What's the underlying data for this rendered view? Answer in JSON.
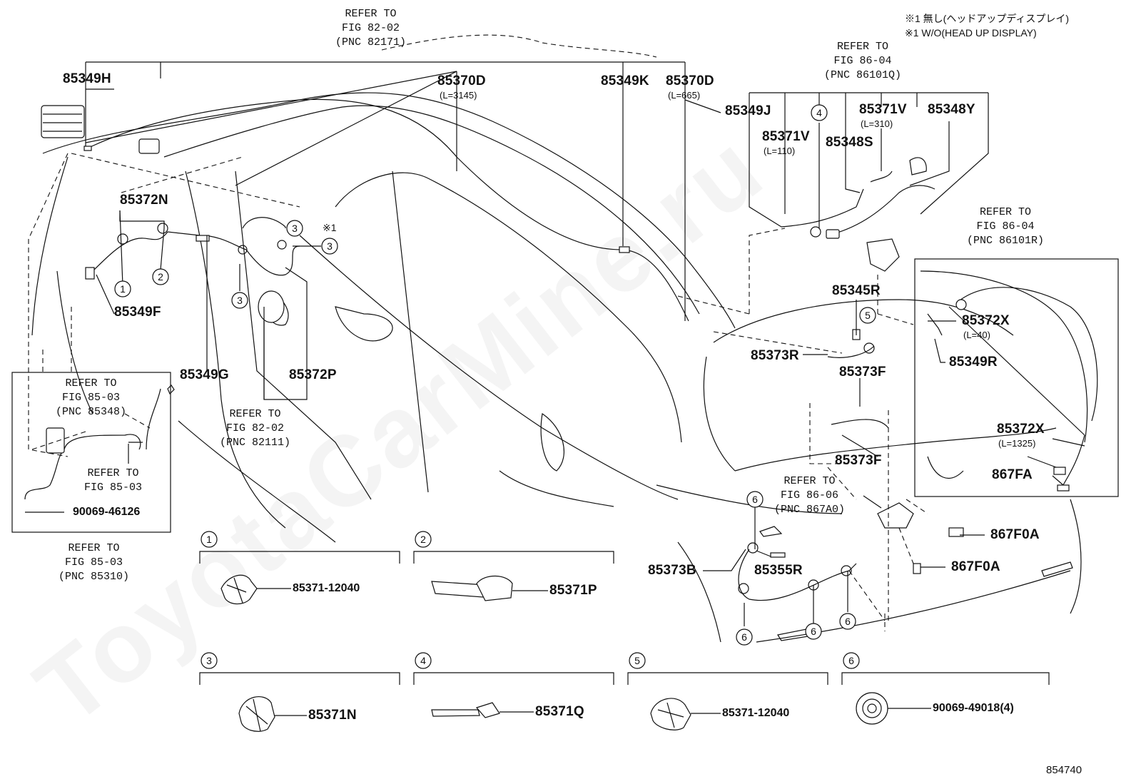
{
  "watermark": "ToyotaCarMine.ru",
  "diagram_id": "854740",
  "notes": {
    "jp": "※1 無し(ヘッドアップディスプレイ)",
    "en": "※1 W/O(HEAD UP DISPLAY)",
    "mark": "※1"
  },
  "refs": {
    "r1": "REFER TO\nFIG 82-02\n(PNC 82171)",
    "r2": "REFER TO\nFIG 86-04\n(PNC 86101Q)",
    "r3": "REFER TO\nFIG 86-04\n(PNC 86101R)",
    "r4": "REFER TO\nFIG 82-02\n(PNC 82111)",
    "r5": "REFER TO\nFIG 85-03\n(PNC 85348)",
    "r6": "REFER TO\nFIG 85-03",
    "r7": "REFER TO\nFIG 85-03\n(PNC 85310)",
    "r8": "REFER TO\nFIG 86-06\n(PNC 867A0)"
  },
  "parts": {
    "p85349H": "85349H",
    "p85370D_a": "85370D",
    "p85370D_a_len": "(L=3145)",
    "p85349K": "85349K",
    "p85370D_b": "85370D",
    "p85370D_b_len": "(L=665)",
    "p85349J": "85349J",
    "p85371V_a": "85371V",
    "p85371V_a_len": "(L=110)",
    "p85371V_b": "85371V",
    "p85371V_b_len": "(L=310)",
    "p85348S": "85348S",
    "p85348Y": "85348Y",
    "p85372N": "85372N",
    "p85349F": "85349F",
    "p85349G": "85349G",
    "p85372P": "85372P",
    "p85345R": "85345R",
    "p85373R": "85373R",
    "p85373F_a": "85373F",
    "p85373F_b": "85373F",
    "p85372X_a": "85372X",
    "p85372X_a_len": "(L=40)",
    "p85349R": "85349R",
    "p85372X_b": "85372X",
    "p85372X_b_len": "(L=1325)",
    "p867FA": "867FA",
    "p867F0A_a": "867F0A",
    "p867F0A_b": "867F0A",
    "p85373B": "85373B",
    "p85355R": "85355R",
    "p90069_46126": "90069-46126"
  },
  "legend": [
    {
      "num": "1",
      "part": "85371-12040"
    },
    {
      "num": "2",
      "part": "85371P"
    },
    {
      "num": "3",
      "part": "85371N"
    },
    {
      "num": "4",
      "part": "85371Q"
    },
    {
      "num": "5",
      "part": "85371-12040"
    },
    {
      "num": "6",
      "part": "90069-49018(4)"
    }
  ]
}
